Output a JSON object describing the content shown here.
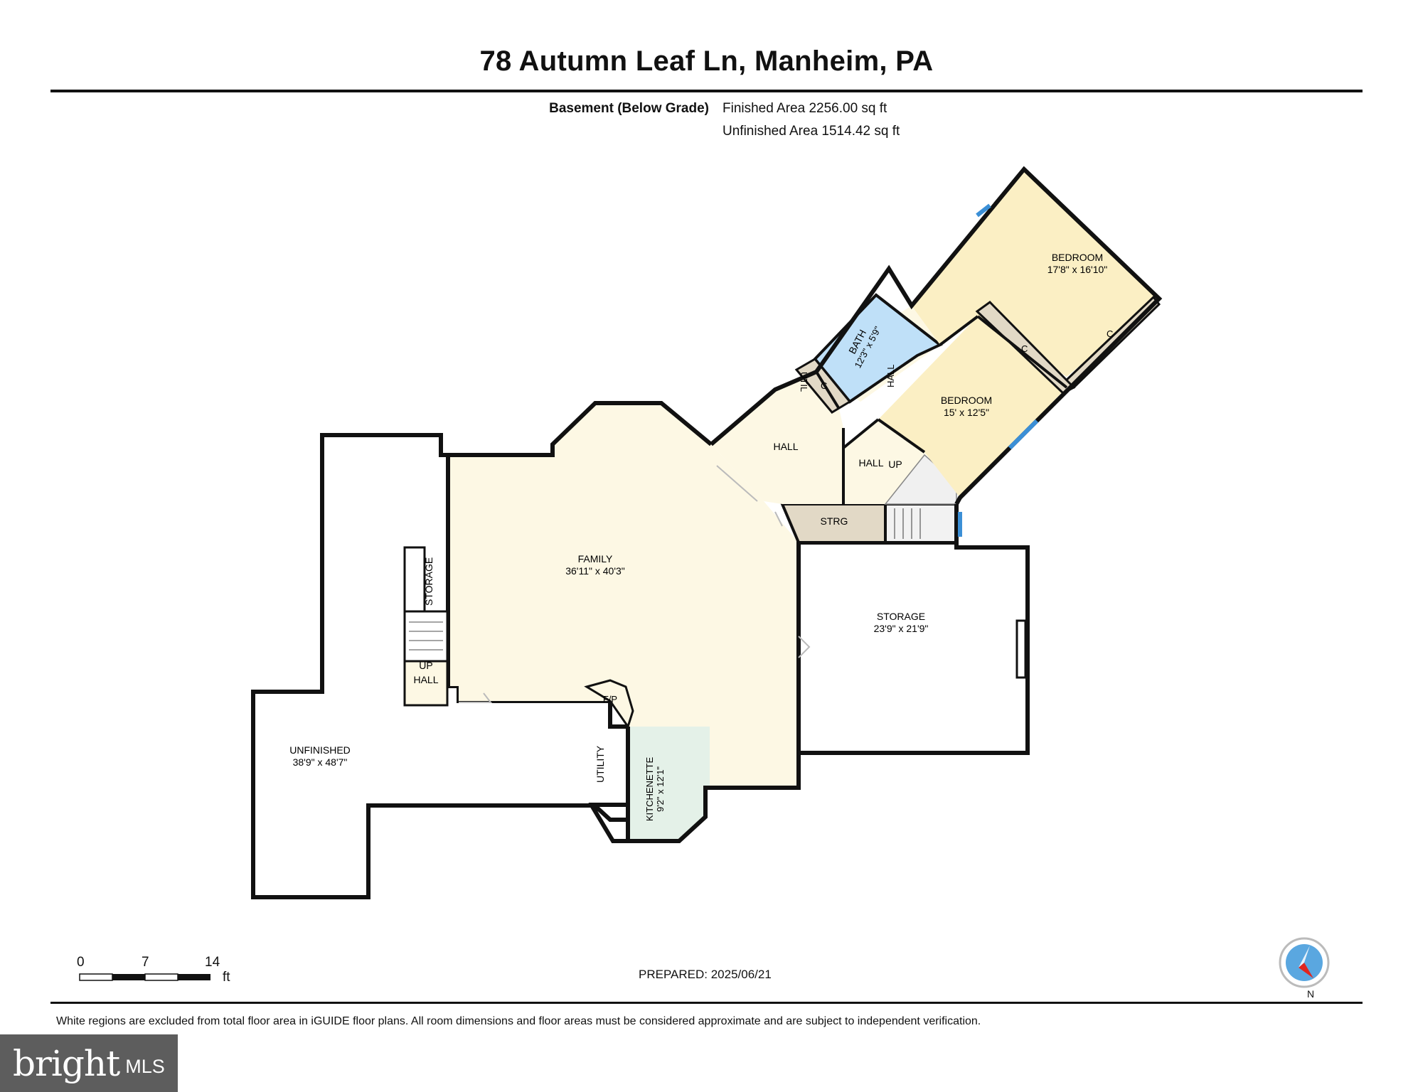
{
  "header": {
    "title": "78 Autumn Leaf Ln, Manheim, PA",
    "level": "Basement (Below Grade)",
    "finished_area": "Finished Area 2256.00 sq ft",
    "unfinished_area": "Unfinished Area 1514.42 sq ft"
  },
  "rooms": {
    "bedroom1": {
      "name": "BEDROOM",
      "dims": "17'8\" x 16'10\""
    },
    "bedroom2": {
      "name": "BEDROOM",
      "dims": "15' x 12'5\""
    },
    "bath": {
      "name": "BATH",
      "dims": "12'3\" x 5'9\""
    },
    "family": {
      "name": "FAMILY",
      "dims": "36'11\" x 40'3\""
    },
    "storage": {
      "name": "STORAGE",
      "dims": "23'9\" x 21'9\""
    },
    "unfinished": {
      "name": "UNFINISHED",
      "dims": "38'9\" x 48'7\""
    },
    "kitchenette": {
      "name": "KITCHENETTE",
      "dims": "9'2\" x 12'1\""
    },
    "hall_a": "HALL",
    "hall_b": "HALL",
    "hall_c": "HALL",
    "hall_d": "HALL",
    "util": "UTIL",
    "closet_a": "C",
    "closet_b": "C",
    "closet_c": "C",
    "strg": "STRG",
    "storage_small": "STORAGE",
    "up_a": "UP",
    "up_b": "UP",
    "fp": "F/P",
    "utility": "UTILITY"
  },
  "scale": {
    "zero": "0",
    "mid": "7",
    "max": "14",
    "unit": "ft"
  },
  "footer": {
    "prepared": "PREPARED: 2025/06/21",
    "disclaimer": "White regions are excluded from total floor area in iGUIDE floor plans. All room dimensions and floor areas must be considered approximate and are subject to independent verification.",
    "compass": "N"
  },
  "logo": {
    "brand": "bright",
    "suffix": "MLS"
  },
  "colors": {
    "wall": "#111111",
    "finished_fill": "#fdf8e4",
    "bedroom_fill": "#fbefc4",
    "bath_fill": "#bfe0f8",
    "kitchenette_fill": "#e4f1e8",
    "closet_fill": "#e2d9c6",
    "window": "#3b8fd6",
    "compass_red": "#e0261f",
    "compass_blue": "#5aa7e0",
    "logo_bg": "#5d5d5d"
  }
}
